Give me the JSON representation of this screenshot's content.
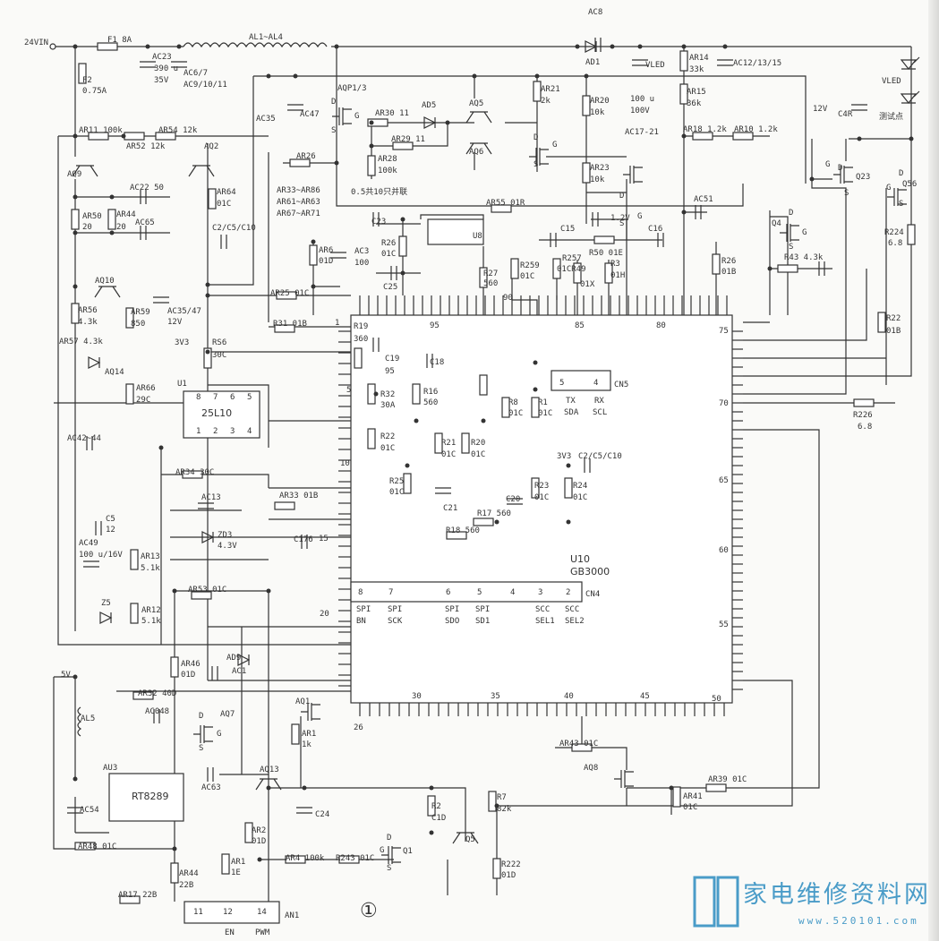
{
  "labels": [
    "24VIN",
    "F1 8A",
    "AC23",
    "390 u",
    "35V",
    "AC6/7",
    "AC9/10/11",
    "AL1~AL4",
    "F2",
    "0.75A",
    "AR11 100k",
    "AR54 12k",
    "AR52 12k",
    "AQ2",
    "AQ9",
    "AC22 50",
    "AR50",
    "20",
    "AR44",
    "20",
    "AC65",
    "AR64",
    "01C",
    "C2/C5/C10",
    "AC35",
    "AC47",
    "AQP1/3",
    "AR30 11",
    "AD5",
    "AR29 11",
    "AR28",
    "100k",
    "AR26",
    "0.5共10只并联",
    "AR33~AR86",
    "AR61~AR63",
    "AR67~AR71",
    "AQ5",
    "AQ6",
    "AR21",
    "2k",
    "AR20",
    "10k",
    "AR23",
    "10k",
    "AC8",
    "AD1",
    "VLED",
    "100 u",
    "100V",
    "AC17-21",
    "AR14",
    "33k",
    "AR15",
    "36k",
    "AC12/13/15",
    "AR18 1.2k",
    "AR10 1.2k",
    "12V",
    "C4R",
    "测试点",
    "VLED",
    "Q23",
    "Q56",
    "R224",
    "6.8",
    "AC51",
    "AR55 01R",
    "C23",
    "U8",
    "1.2V",
    "C15",
    "C16",
    "R257",
    "01CR49",
    "R50 01E",
    "R3",
    "01H",
    "01X",
    "R259",
    "01C",
    "R27",
    "560",
    "90",
    "R26",
    "01B",
    "Q4",
    "R43 4.3k",
    "AR6",
    "01D",
    "AC3",
    "100",
    "R26",
    "01C",
    "C25",
    "AR25 01C",
    "R31 01B",
    "AQ10",
    "AR56",
    "4.3k",
    "AR59",
    "850",
    "AC35/47",
    "12V",
    "AR57 4.3k",
    "AQ14",
    "AR66",
    "29C",
    "3V3",
    "RS6",
    "30C",
    "U1",
    "25L10",
    "AC42~44",
    "AR34 30C",
    "AC13",
    "ZD3",
    "4.3V",
    "C5",
    "12",
    "AC49",
    "100 u/16V",
    "AR13",
    "5.1k",
    "AR53 01C",
    "Z5",
    "AR12",
    "5.1k",
    "AR46",
    "01D",
    "AD9",
    "AC1",
    "5V",
    "AR32 40D",
    "AC048",
    "AQ7",
    "AL5",
    "AU3",
    "RT8289",
    "AC54",
    "AR48 01C",
    "AR44",
    "22B",
    "AR17 22B",
    "AC63",
    "AQ13",
    "AR2",
    "01D",
    "AR1",
    "1E",
    "AR4 100k",
    "R243 01C",
    "Q1",
    "AQ1",
    "AR1",
    "1k",
    "C24",
    "R2",
    "C1D",
    "Q5",
    "R7",
    "82k",
    "R222",
    "01D",
    "AN1",
    "EN",
    "PWM",
    "①",
    "AR43 01C",
    "AQ8",
    "AR39 01C",
    "AR41",
    "01C",
    "R22",
    "01B",
    "R226",
    "6.8",
    "CN5",
    "TX",
    "SDA",
    "RX",
    "SCL",
    "U10",
    "GB3000",
    "CN4",
    "SPI",
    "BN",
    "SPI",
    "SCK",
    "SPI",
    "SDO",
    "SPI",
    "SD1",
    "SCC",
    "SEL1",
    "SCC",
    "SEL2",
    "R19",
    "360",
    "C19",
    "95",
    "C18",
    "R32",
    "30A",
    "R16",
    "560",
    "R8",
    "01C",
    "R1",
    "01C",
    "R22",
    "01C",
    "R21",
    "01C",
    "R20",
    "01C",
    "3V3",
    "C2/C5/C10",
    "R25",
    "01C",
    "C21",
    "C20",
    "R17 560",
    "R18 560",
    "R23",
    "01C",
    "R24",
    "01C",
    "C176",
    "AR33 01B",
    "95",
    "85",
    "80",
    "75",
    "70",
    "65",
    "60",
    "55",
    "50",
    "45",
    "40",
    "35",
    "30",
    "26",
    "20",
    "15",
    "10",
    "5",
    "1",
    "8",
    "7",
    "6",
    "5",
    "4",
    "3",
    "2",
    "5",
    "4",
    "8",
    "7",
    "6",
    "5",
    "1",
    "2",
    "3",
    "4",
    "11",
    "12",
    "14",
    "D",
    "S",
    "G",
    "D",
    "S",
    "G",
    "D",
    "S",
    "G",
    "D",
    "S",
    "G",
    "D",
    "S",
    "G",
    "D",
    "S",
    "G",
    "D",
    "S",
    "G",
    "D",
    "S",
    "G"
  ],
  "logo": {
    "title": "家电维修资料网",
    "url": "www.520101.com"
  },
  "colors": {
    "ink": "#333333",
    "logo": "#4a9cc8"
  }
}
